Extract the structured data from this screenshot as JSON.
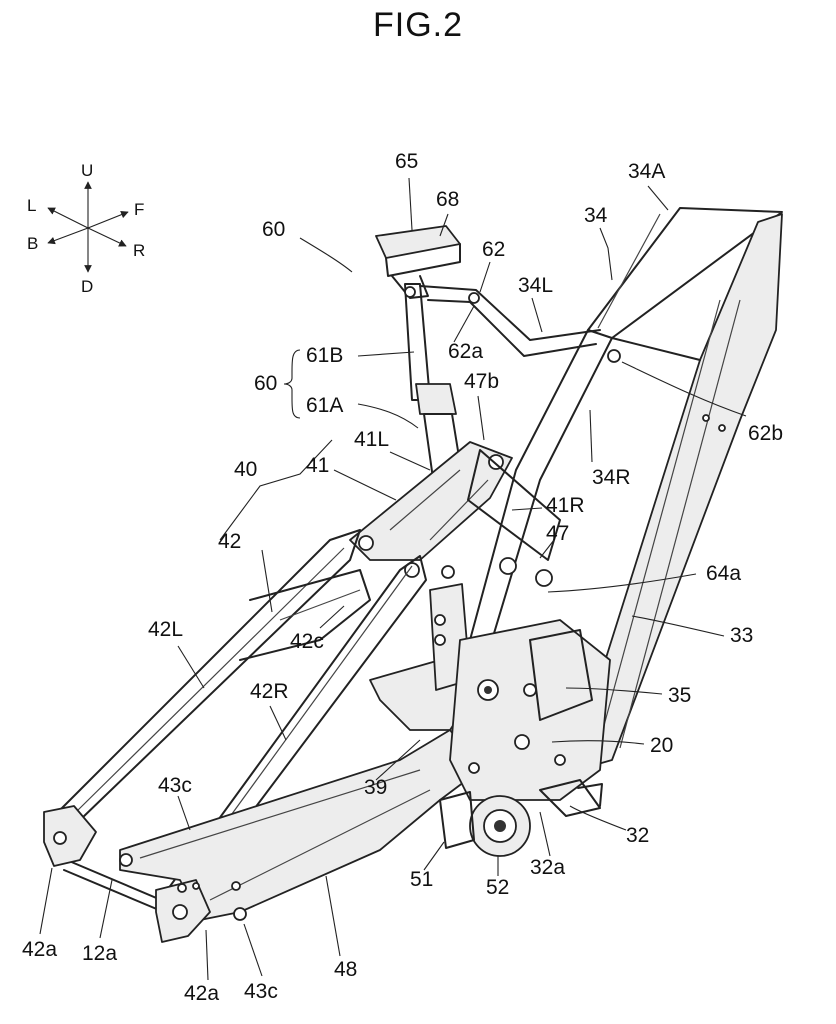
{
  "figure": {
    "title": "FIG.2"
  },
  "direction_indicator": {
    "up": "U",
    "down": "D",
    "left": "L",
    "right": "R",
    "front": "F",
    "back": "B"
  },
  "reference_labels": {
    "l65": "65",
    "l68": "68",
    "l34A": "34A",
    "l34": "34",
    "l60_top": "60",
    "l62": "62",
    "l34L": "34L",
    "l61B": "61B",
    "l62a": "62a",
    "l60_brace": "60",
    "l47b": "47b",
    "l61A": "61A",
    "l62b": "62b",
    "l41L": "41L",
    "l34R": "34R",
    "l40": "40",
    "l41": "41",
    "l41R": "41R",
    "l47": "47",
    "l42": "42",
    "l64a": "64a",
    "l33": "33",
    "l42L": "42L",
    "l42c": "42c",
    "l35": "35",
    "l42R": "42R",
    "l20": "20",
    "l43c_left": "43c",
    "l39": "39",
    "l32": "32",
    "l51": "51",
    "l52": "52",
    "l32a": "32a",
    "l42a_left": "42a",
    "l12a": "12a",
    "l48": "48",
    "l42a_bottom": "42a",
    "l43c_bottom": "43c"
  }
}
